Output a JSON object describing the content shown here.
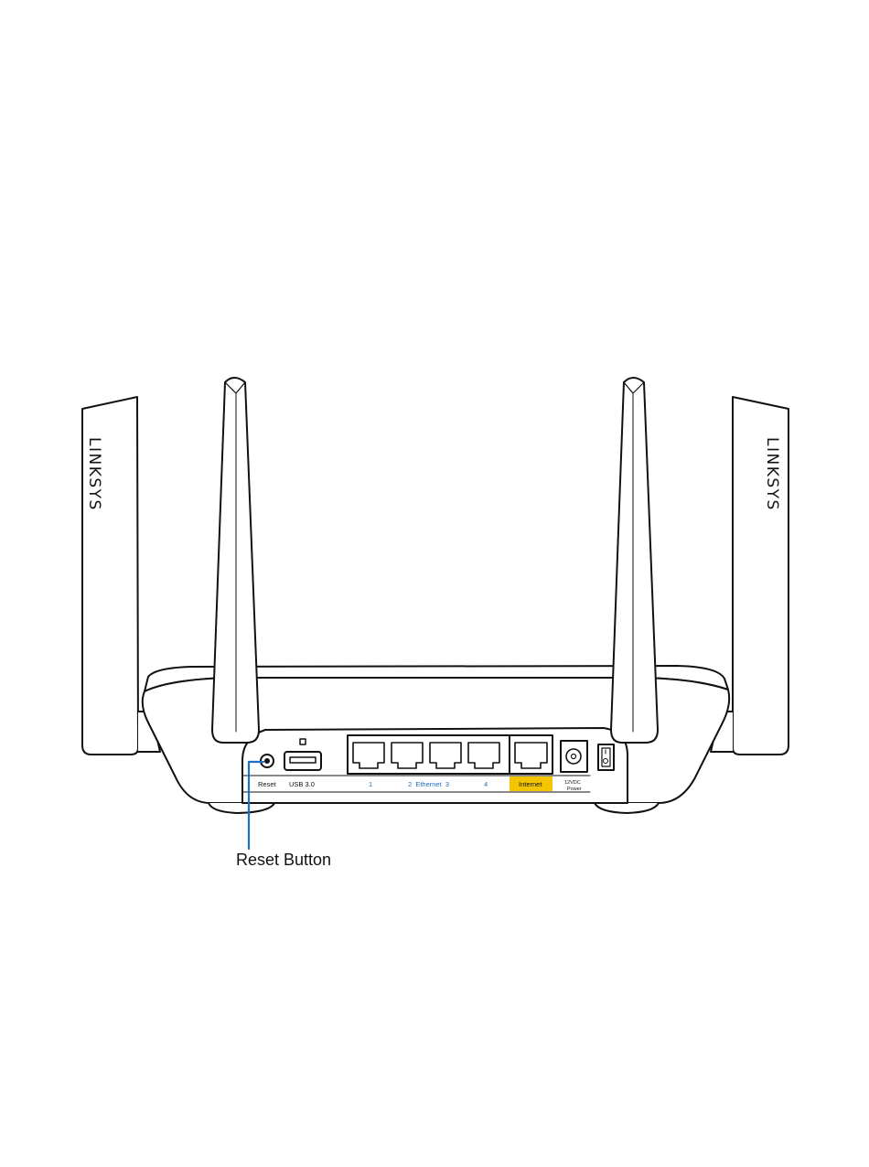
{
  "figure": {
    "brand_left": "LINKSYS",
    "brand_right": "LINKSYS",
    "ports": {
      "reset": "Reset",
      "usb": "USB 3.0",
      "eth_1": "1",
      "eth_mid": "2  Ethernet  3",
      "eth_4": "4",
      "internet": "Internet",
      "power_top": "12VDC",
      "power_bottom": "Power"
    },
    "callout": "Reset Button",
    "colors": {
      "internet_highlight": "#f5c400",
      "ethernet_label": "#1f6fc9",
      "line": "#111111"
    }
  }
}
